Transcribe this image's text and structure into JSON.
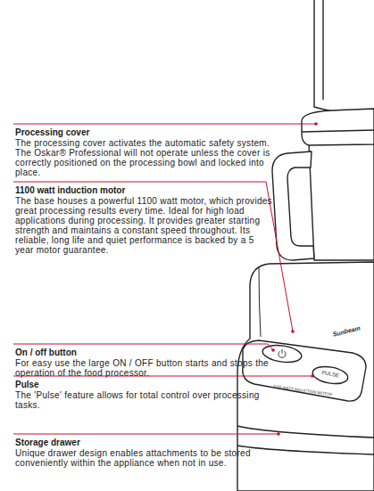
{
  "diagram": {
    "labels": [
      "Processing cover",
      "The processing cover activates the automatic safety system. The Oskar® Professional will not operate unless the cover is correctly positioned on the processing bowl and locked into place.",
      "1100 watt induction motor",
      "The base houses a powerful 1100 watt motor, which provides great processing results every time. Ideal for high load applications during processing. It provides greater starting strength and maintains a constant speed throughout. Its reliable, long life and quiet performance is backed by a 5 year motor guarantee.",
      "On / off button",
      "For easy use the large ON / OFF button starts and stops the operation of the food processor.",
      "Pulse",
      "The 'Pulse' feature allows for total control over processing tasks.",
      "Storage drawer",
      "Unique drawer design enables attachments to be stored conveniently within the appliance when not in use.",
      "Sunbeam",
      "PULSE",
      "1100 WATT INDUCTION MOTOR"
    ]
  }
}
